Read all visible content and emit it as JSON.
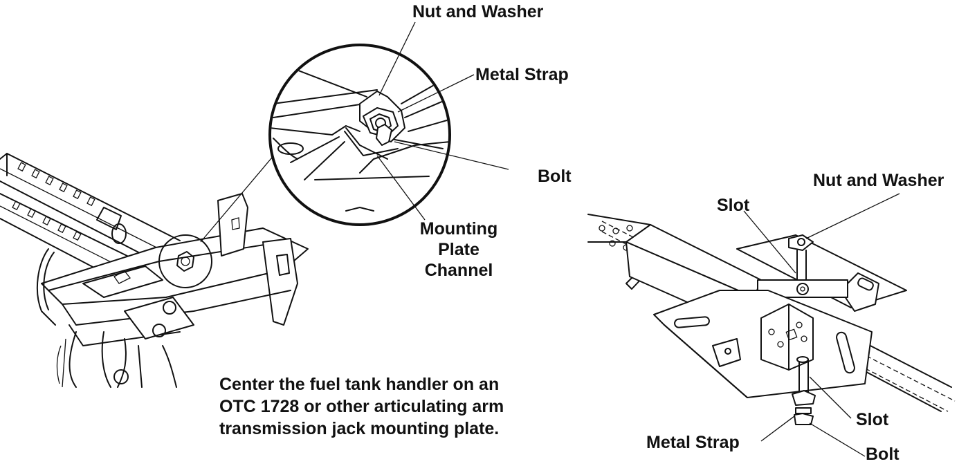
{
  "left_figure": {
    "labels": {
      "nut_and_washer": "Nut and Washer",
      "metal_strap": "Metal Strap",
      "bolt": "Bolt",
      "mounting_plate_channel": [
        "Mounting",
        "Plate",
        "Channel"
      ]
    },
    "caption": [
      "Center the fuel tank handler on an",
      "OTC 1728 or other articulating arm",
      "transmission jack mounting plate."
    ]
  },
  "right_figure": {
    "labels": {
      "nut_and_washer": "Nut and Washer",
      "slot_top": "Slot",
      "slot_bottom": "Slot",
      "metal_strap": "Metal Strap",
      "bolt": "Bolt"
    }
  }
}
